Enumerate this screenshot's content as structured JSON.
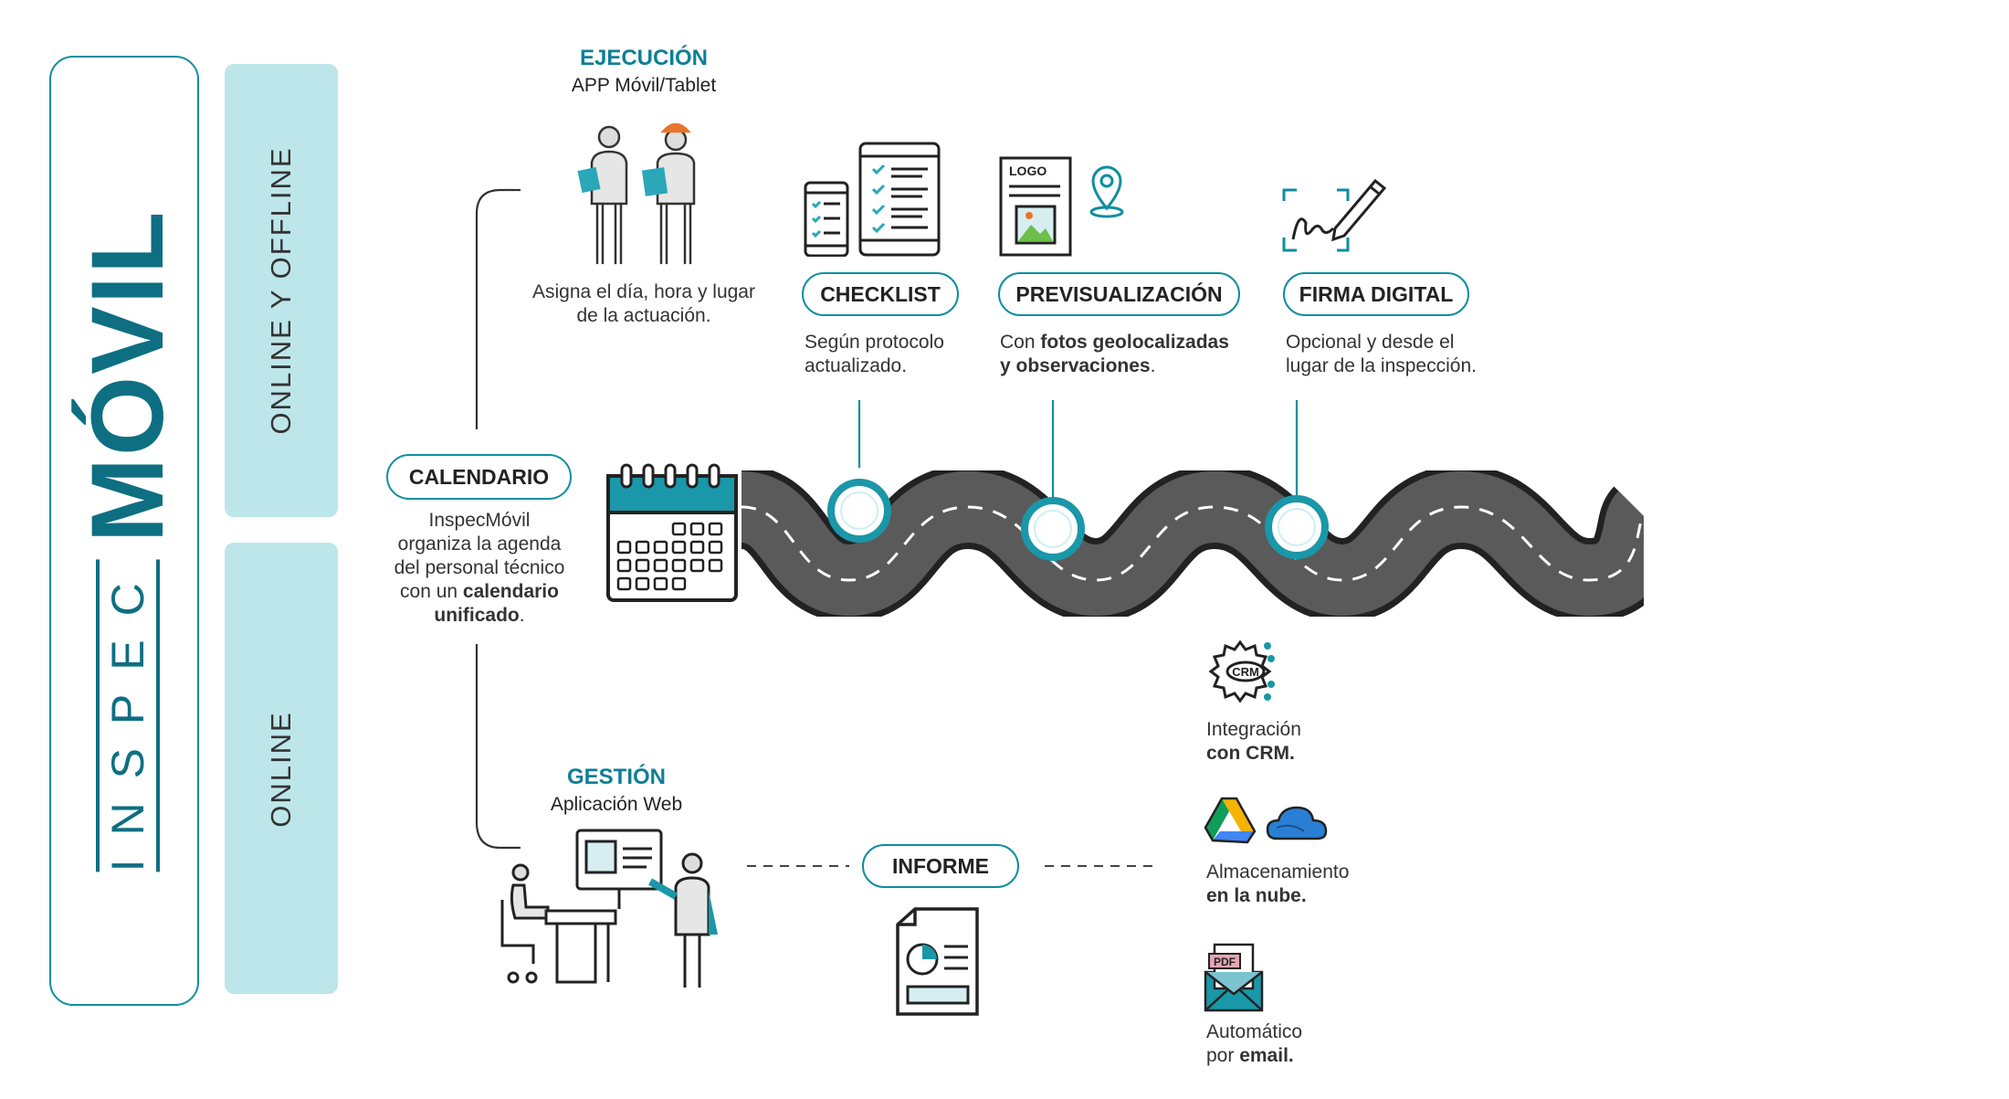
{
  "brand": {
    "word1": "INSPEC",
    "word2": "MÓVIL"
  },
  "bands": {
    "top": "ONLINE Y OFFLINE",
    "bottom": "ONLINE"
  },
  "execution": {
    "title": "EJECUCIÓN",
    "subtitle": "APP Móvil/Tablet",
    "desc_l1": "Asigna el día, hora y lugar",
    "desc_l2": "de la actuación."
  },
  "calendar": {
    "label": "CALENDARIO",
    "l1": "InspecMóvil",
    "l2": "organiza la agenda",
    "l3": "del personal técnico",
    "l4_pre": "con un",
    "l4_bold": "calendario",
    "l5_bold": "unificado",
    "l5_post": "."
  },
  "checklist": {
    "label": "CHECKLIST",
    "l1": "Según protocolo",
    "l2": "actualizado."
  },
  "preview": {
    "label": "PREVISUALIZACIÓN",
    "l1_pre": "Con",
    "l1_bold": "fotos geolocalizadas",
    "l2_bold": "y observaciones",
    "l2_post": ".",
    "logo_text": "LOGO"
  },
  "signature": {
    "label": "FIRMA DIGITAL",
    "l1": "Opcional y desde el",
    "l2": "lugar de la inspección."
  },
  "management": {
    "title": "GESTIÓN",
    "subtitle": "Aplicación Web"
  },
  "report": {
    "label": "INFORME"
  },
  "integrations": [
    {
      "l1": "Integración",
      "l2_bold": "con CRM.",
      "icon": "crm-gear-icon",
      "icon_text": "CRM"
    },
    {
      "l1": "Almacenamiento",
      "l2_bold": "en la nube.",
      "icon": "cloud-storage-icons"
    },
    {
      "l1": "Automático",
      "l2_pre": "por",
      "l2_bold": "email.",
      "icon": "pdf-email-icon",
      "icon_text": "PDF"
    }
  ],
  "colors": {
    "teal": "#0e8ea0",
    "teal_dark": "#0e6f82",
    "band": "#bde6ea",
    "road": "#555555",
    "road_edge": "#222222",
    "orange": "#e8742a"
  }
}
